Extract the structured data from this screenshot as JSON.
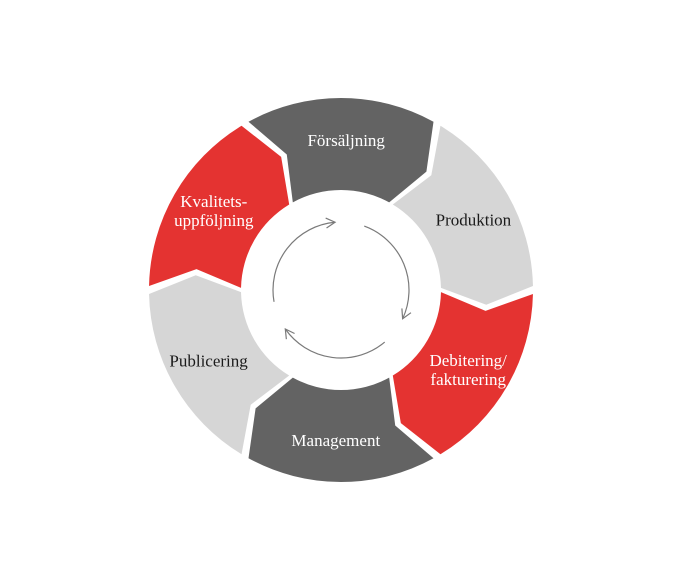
{
  "diagram": {
    "segments": [
      {
        "id": "kvalitetsuppfoljning",
        "lines": [
          "Kvalitets-",
          "uppföljning"
        ],
        "color": "#e43331",
        "text_tone": "on-dark"
      },
      {
        "id": "forsaljning",
        "lines": [
          "Försäljning"
        ],
        "color": "#636363",
        "text_tone": "on-dark"
      },
      {
        "id": "produktion",
        "lines": [
          "Produktion"
        ],
        "color": "#d6d6d6",
        "text_tone": "on-light"
      },
      {
        "id": "debitering",
        "lines": [
          "Debitering/",
          "fakturering"
        ],
        "color": "#e43331",
        "text_tone": "on-dark"
      },
      {
        "id": "management",
        "lines": [
          "Management"
        ],
        "color": "#636363",
        "text_tone": "on-dark"
      },
      {
        "id": "publicering",
        "lines": [
          "Publicering"
        ],
        "color": "#d6d6d6",
        "text_tone": "on-light"
      }
    ],
    "inner_arrows": 3,
    "arrow_color": "#7a7a7a"
  }
}
